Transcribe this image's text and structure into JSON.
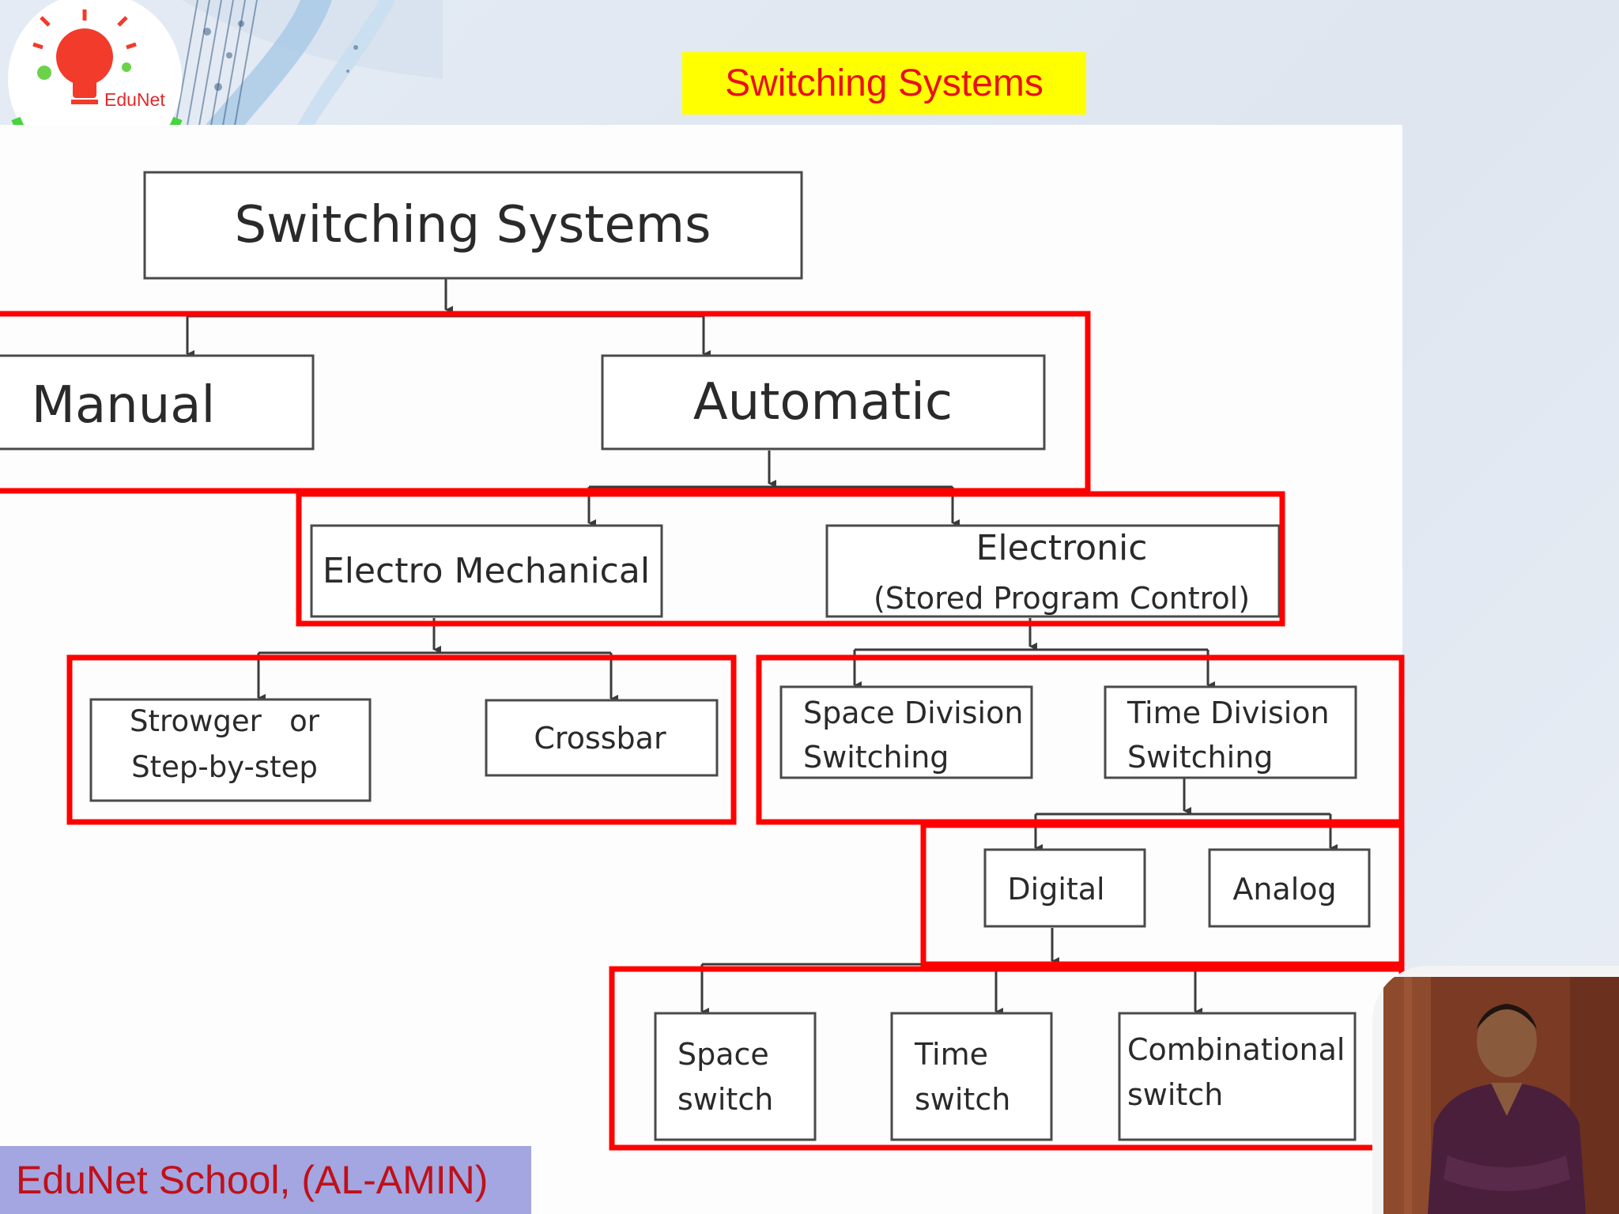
{
  "slide": {
    "title": "Switching Systems",
    "logo_text": "EduNet",
    "footer": "EduNet School, (AL-AMIN)"
  },
  "diagram": {
    "root": "Switching Systems",
    "level1": [
      "Manual",
      "Automatic"
    ],
    "automatic_children": [
      "Electro Mechanical",
      "Electronic",
      "(Stored Program Control)"
    ],
    "electromechanical_children": [
      "Strowger   or",
      "Step-by-step",
      "Crossbar"
    ],
    "electronic_children": [
      "Space Division",
      "Switching",
      "Time Division",
      "Switching"
    ],
    "time_division_children": [
      "Digital",
      "Analog"
    ],
    "digital_children": [
      "Space",
      "switch",
      "Time",
      "switch",
      "Combinational",
      "switch"
    ]
  },
  "colors": {
    "title_bg": "#ffff00",
    "title_text": "#e8101a",
    "group_outline": "#ff0000",
    "footer_bg": "#a3a6e0",
    "footer_text": "#c0101a"
  }
}
